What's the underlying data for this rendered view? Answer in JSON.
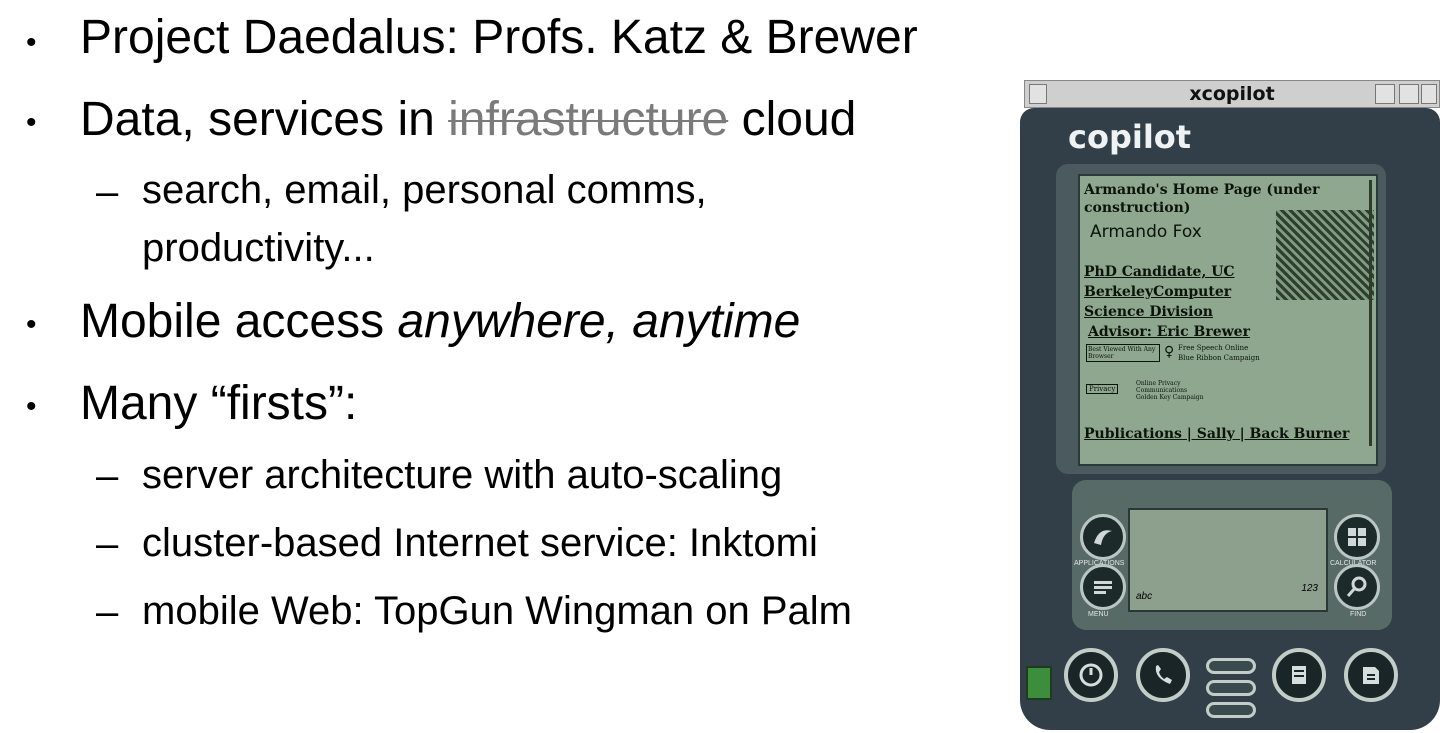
{
  "slide": {
    "bullets": [
      {
        "text": "Project Daedalus: Profs. Katz & Brewer"
      },
      {
        "pre": "Data, services in ",
        "struck": "infrastructure",
        "post": " cloud"
      },
      {
        "sub": [
          "search, email, personal comms,",
          "productivity..."
        ]
      },
      {
        "pre": "Mobile access ",
        "italic": "anywhere, anytime"
      },
      {
        "text": "Many “firsts”:"
      }
    ],
    "firsts": [
      "server architecture with auto-scaling",
      "cluster-based Internet service: Inktomi",
      "mobile Web: TopGun Wingman on Palm"
    ],
    "bullet_glyph": "•",
    "dash_glyph": "–"
  },
  "window": {
    "title": "xcopilot",
    "brand": "copilot",
    "screen": {
      "heading_line1": "Armando's Home Page (under",
      "heading_line2": "construction)",
      "name": "Armando Fox",
      "link1": "PhD Candidate, UC",
      "link2": "BerkeleyComputer",
      "link3": "Science Division",
      "advisor": "Advisor: Eric Brewer",
      "badge": "Best Viewed With Any Browser",
      "ribbon_line1": "Free Speech Online",
      "ribbon_line2": "Blue Ribbon Campaign",
      "small_badge": "Privacy",
      "key_line1": "Online Privacy",
      "key_line2": "Communications",
      "key_line3": "Golden Key Campaign",
      "footer_links": "Publications | Sally | Back Burner"
    },
    "silk_labels": {
      "applications": "APPLICATIONS",
      "menu": "MENU",
      "calculator": "CALCULATOR",
      "find": "FIND",
      "graffiti_abc": "abc",
      "graffiti_123": "123"
    }
  }
}
